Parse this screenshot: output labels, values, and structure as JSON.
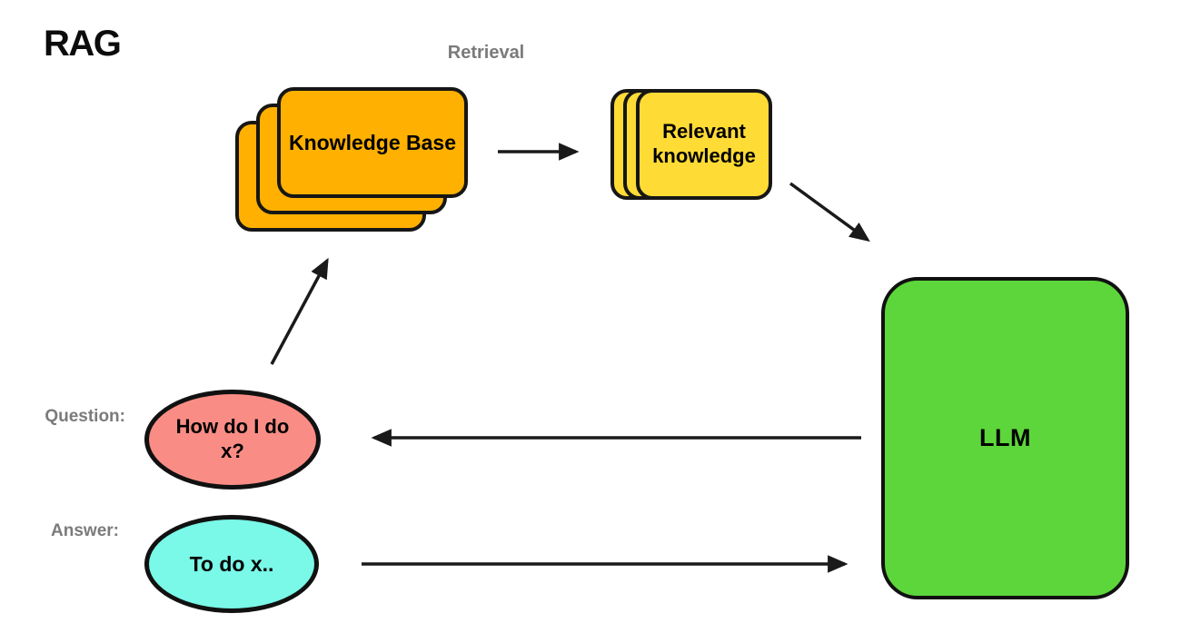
{
  "title": "RAG",
  "labels": {
    "retrieval": "Retrieval",
    "question": "Question:",
    "answer": "Answer:"
  },
  "nodes": {
    "knowledge_base": {
      "label": "Knowledge Base",
      "color": "#FFB000",
      "shape": "stacked-cards",
      "stack_count": 3
    },
    "relevant_knowledge": {
      "label": "Relevant knowledge",
      "color": "#FFDB36",
      "shape": "stacked-cards",
      "stack_count": 3
    },
    "llm": {
      "label": "LLM",
      "color": "#5DD63B",
      "shape": "rounded-rect"
    },
    "question_bubble": {
      "label": "How do I do x?",
      "color": "#F98D85",
      "shape": "ellipse"
    },
    "answer_bubble": {
      "label": "To do x..",
      "color": "#7AF8E8",
      "shape": "ellipse"
    }
  },
  "edges": [
    {
      "from": "knowledge_base",
      "to": "relevant_knowledge"
    },
    {
      "from": "relevant_knowledge",
      "to": "llm"
    },
    {
      "from": "question_bubble",
      "to": "knowledge_base"
    },
    {
      "from": "llm",
      "to": "question_bubble"
    },
    {
      "from": "answer_bubble",
      "to": "llm"
    }
  ],
  "colors": {
    "stroke": "#1a1a1a",
    "label_gray": "#7b7b7b",
    "background": "#ffffff"
  }
}
